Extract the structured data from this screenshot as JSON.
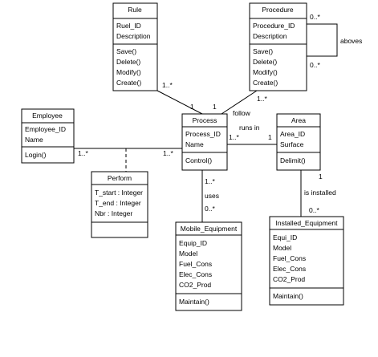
{
  "classes": {
    "rule": {
      "name": "Rule",
      "attributes": [
        "Ruel_ID",
        "Description"
      ],
      "operations": [
        "Save()",
        "Delete()",
        "Modify()",
        "Create()"
      ]
    },
    "procedure": {
      "name": "Procedure",
      "attributes": [
        "Procedure_ID",
        "Description"
      ],
      "operations": [
        "Save()",
        "Delete()",
        "Modify()",
        "Create()"
      ]
    },
    "employee": {
      "name": "Employee",
      "attributes": [
        "Employee_ID",
        "Name"
      ],
      "operations": [
        "Login()"
      ]
    },
    "process": {
      "name": "Process",
      "attributes": [
        "Process_ID",
        "Name"
      ],
      "operations": [
        "Control()"
      ]
    },
    "area": {
      "name": "Area",
      "attributes": [
        "Area_ID",
        "Surface"
      ],
      "operations": [
        "Delimit()"
      ]
    },
    "perform": {
      "name": "Perform",
      "attributes": [
        "T_start : Integer",
        "T_end : Integer",
        "Nbr : Integer"
      ],
      "operations": []
    },
    "mobile": {
      "name": "Mobile_Equipment",
      "attributes": [
        "Equip_ID",
        "Model",
        "Fuel_Cons",
        "Elec_Cons",
        "CO2_Prod"
      ],
      "operations": [
        "Maintain()"
      ]
    },
    "installed": {
      "name": "Installed_Equipment",
      "attributes": [
        "Equi_ID",
        "Model",
        "Fuel_Cons",
        "Elec_Cons",
        "CO2_Prod"
      ],
      "operations": [
        "Maintain()"
      ]
    }
  },
  "associations": {
    "rule_process": {
      "rule_mult": "1..*",
      "process_mult": "1"
    },
    "procedure_process": {
      "label": "follow",
      "procedure_mult": "1..*",
      "process_mult": "1"
    },
    "procedure_self": {
      "label": "aboves",
      "top_mult": "0..*",
      "bottom_mult": "0..*"
    },
    "employee_process": {
      "employee_mult": "1..*",
      "process_mult": "1..*"
    },
    "process_area": {
      "label": "runs in",
      "process_mult": "1..*",
      "area_mult": "1"
    },
    "process_mobile": {
      "label": "uses",
      "process_mult": "1..*",
      "mobile_mult": "0..*"
    },
    "area_installed": {
      "label": "is installed",
      "area_mult": "1",
      "installed_mult": "0..*"
    }
  }
}
